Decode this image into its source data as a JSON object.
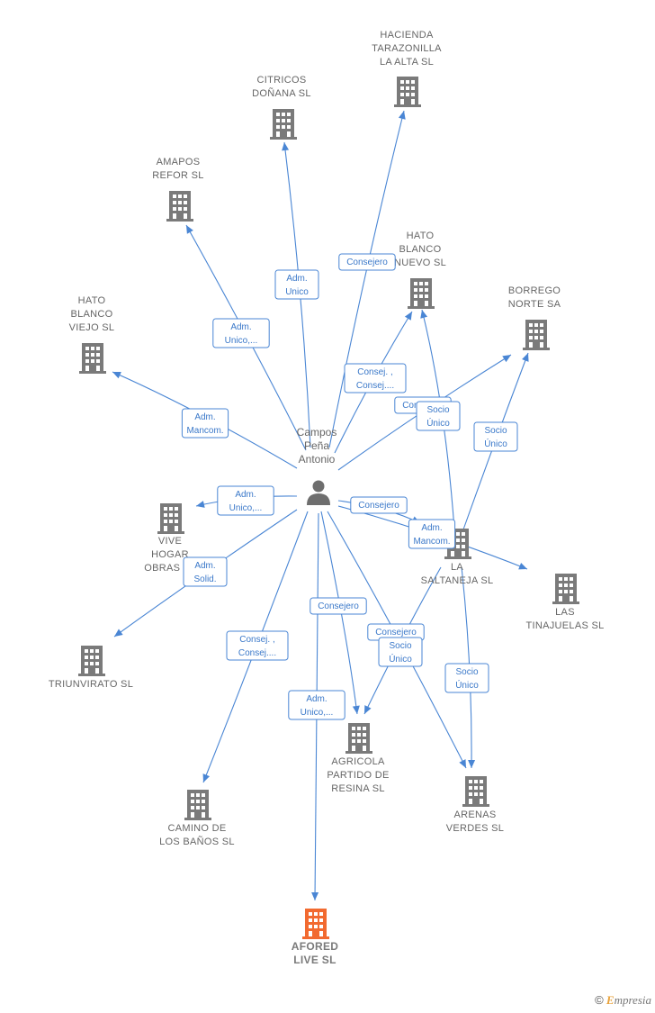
{
  "colors": {
    "edge": "#4a86d4",
    "building": "#7a7a7a",
    "highlight_building": "#f26a30",
    "person": "#6e6e6e"
  },
  "person": {
    "lines": [
      "Campos",
      "Peña",
      "Antonio"
    ],
    "icon": "person-icon"
  },
  "companies": [
    {
      "id": "hacienda",
      "lines": [
        "HACIENDA",
        "TARAZONILLA",
        "LA ALTA SL"
      ]
    },
    {
      "id": "citricos",
      "lines": [
        "CITRICOS",
        "DOÑANA SL"
      ]
    },
    {
      "id": "amapos",
      "lines": [
        "AMAPOS",
        "REFOR  SL"
      ]
    },
    {
      "id": "hato_nuevo",
      "lines": [
        "HATO",
        "BLANCO",
        "NUEVO SL"
      ]
    },
    {
      "id": "borrego",
      "lines": [
        "BORREGO",
        "NORTE SA"
      ]
    },
    {
      "id": "hato_viejo",
      "lines": [
        "HATO",
        "BLANCO",
        "VIEJO SL"
      ]
    },
    {
      "id": "vive",
      "lines": [
        "VIVE",
        "HOGAR",
        "OBRAS  SL"
      ]
    },
    {
      "id": "saltaneja",
      "lines": [
        "LA",
        "SALTANEJA  SL"
      ]
    },
    {
      "id": "tinajuelas",
      "lines": [
        "LAS",
        "TINAJUELAS SL"
      ]
    },
    {
      "id": "triunvirato",
      "lines": [
        "TRIUNVIRATO SL"
      ]
    },
    {
      "id": "agricola",
      "lines": [
        "AGRICOLA",
        "PARTIDO DE",
        "RESINA  SL"
      ]
    },
    {
      "id": "arenas",
      "lines": [
        "ARENAS",
        "VERDES SL"
      ]
    },
    {
      "id": "camino",
      "lines": [
        "CAMINO DE",
        "LOS BAÑOS  SL"
      ]
    },
    {
      "id": "afored",
      "lines": [
        "AFORED",
        "LIVE  SL"
      ],
      "highlight": true
    }
  ],
  "edges": [
    {
      "from": "person",
      "to": "hacienda",
      "label": [
        "Consejero"
      ]
    },
    {
      "from": "person",
      "to": "citricos",
      "label": [
        "Adm.",
        "Unico"
      ]
    },
    {
      "from": "person",
      "to": "amapos",
      "label": [
        "Adm.",
        "Unico,..."
      ]
    },
    {
      "from": "person",
      "to": "hato_nuevo",
      "label": [
        "Consej. ,",
        "Consej...."
      ]
    },
    {
      "from": "person",
      "to": "borrego",
      "label": [
        "Consejero"
      ]
    },
    {
      "from": "person",
      "to": "hato_viejo",
      "label": [
        "Adm.",
        "Mancom."
      ]
    },
    {
      "from": "person",
      "to": "vive",
      "label": [
        "Adm.",
        "Unico,..."
      ]
    },
    {
      "from": "person",
      "to": "saltaneja",
      "label": [
        "Consejero"
      ]
    },
    {
      "from": "person",
      "to": "tinajuelas",
      "label": [
        "Adm.",
        "Mancom."
      ]
    },
    {
      "from": "person",
      "to": "triunvirato",
      "label": [
        "Adm.",
        "Solid."
      ]
    },
    {
      "from": "person",
      "to": "agricola",
      "label": [
        "Consejero"
      ]
    },
    {
      "from": "person",
      "to": "arenas",
      "label": [
        "Consejero"
      ]
    },
    {
      "from": "person",
      "to": "camino",
      "label": [
        "Consej. ,",
        "Consej...."
      ]
    },
    {
      "from": "person",
      "to": "afored",
      "label": [
        "Adm.",
        "Unico,..."
      ]
    },
    {
      "from": "saltaneja",
      "to": "hato_nuevo",
      "label": [
        "Socio",
        "Único"
      ]
    },
    {
      "from": "saltaneja",
      "to": "borrego",
      "label": [
        "Socio",
        "Único"
      ]
    },
    {
      "from": "saltaneja",
      "to": "agricola",
      "label": [
        "Socio",
        "Único"
      ]
    },
    {
      "from": "saltaneja",
      "to": "arenas",
      "label": [
        "Socio",
        "Único"
      ]
    }
  ],
  "footer": {
    "symbol": "©",
    "brand_initial": "E",
    "brand_rest": "mpresia"
  }
}
